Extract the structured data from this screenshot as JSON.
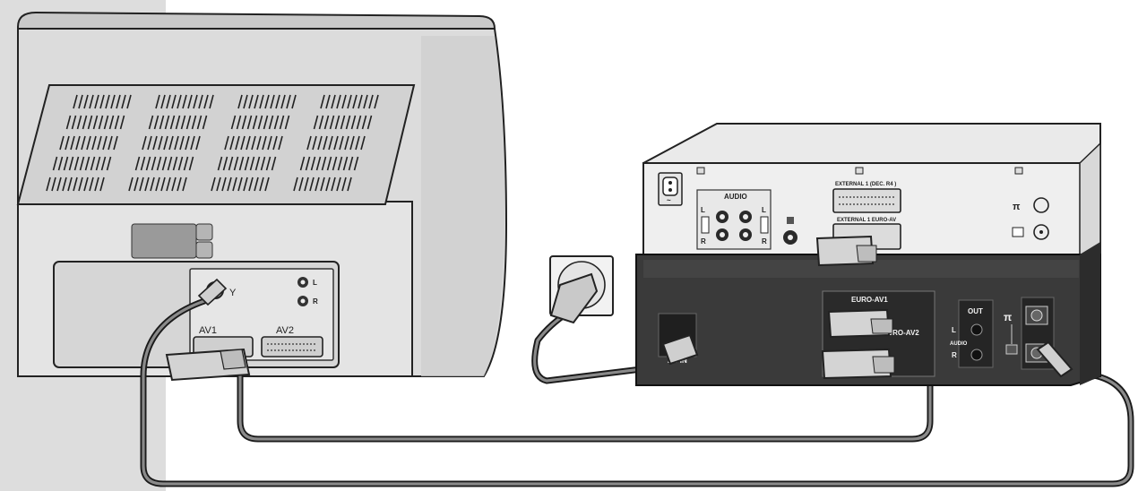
{
  "tv": {
    "port_antenna": "Y",
    "port_l": "L",
    "port_r": "R",
    "scart_av1": "AV1",
    "scart_av2": "AV2"
  },
  "dvd": {
    "power_symbol": "~",
    "audio_group": "AUDIO",
    "audio_l": "L",
    "audio_r": "R",
    "audio_l2": "L",
    "audio_r2": "R",
    "scart_top": "EXTERNAL 1 (DEC. R4 )",
    "scart_bottom": "EXTERNAL 1 EURO-AV"
  },
  "vcr": {
    "euro_av1": "EURO-AV1",
    "euro_av2": "EURO-AV2",
    "out_group": "OUT",
    "out_l": "L",
    "out_r": "R",
    "out_audio": "AUDIO",
    "ac_in": "AC IN"
  },
  "colors": {
    "cable": "#6e6e6e",
    "cable_outline": "#1a1a1a",
    "tv_body": "#dcdcdc",
    "vcr_body": "#3a3a3a"
  }
}
